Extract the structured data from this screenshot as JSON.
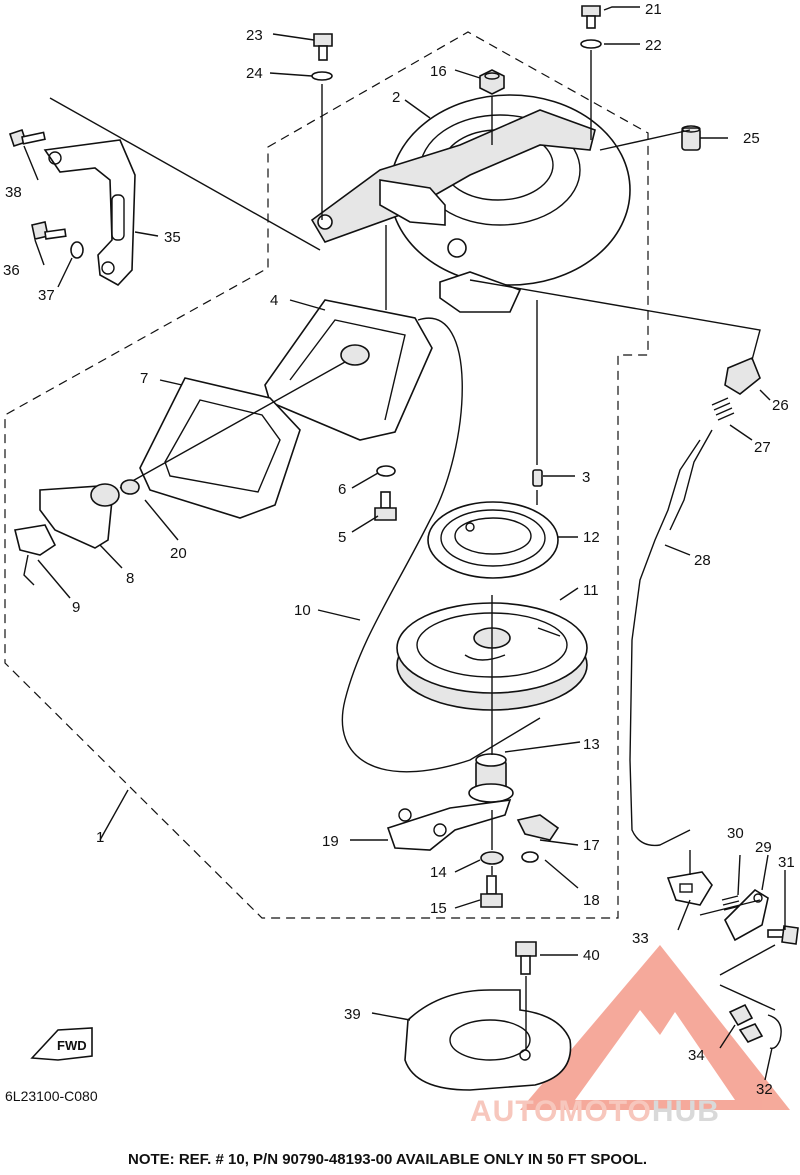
{
  "diagram": {
    "code": "6L23100-C080",
    "footnote": "NOTE: REF. # 10, P/N 90790-48193-00 AVAILABLE ONLY IN 50 FT SPOOL.",
    "fwd_label": "FWD",
    "watermark": {
      "part1": "AUTOMOTO",
      "part2": "HUB"
    }
  },
  "callouts": [
    "1",
    "2",
    "3",
    "4",
    "5",
    "6",
    "7",
    "8",
    "9",
    "10",
    "11",
    "12",
    "13",
    "14",
    "15",
    "16",
    "17",
    "18",
    "19",
    "20",
    "21",
    "22",
    "23",
    "24",
    "25",
    "26",
    "27",
    "28",
    "29",
    "30",
    "31",
    "32",
    "33",
    "34",
    "35",
    "36",
    "37",
    "38",
    "39",
    "40"
  ],
  "colors": {
    "line": "#111111",
    "watermark_logo": "#f28d7a",
    "watermark_text_light": "#f7c7bd",
    "watermark_text_gray": "#d9d9d9"
  }
}
